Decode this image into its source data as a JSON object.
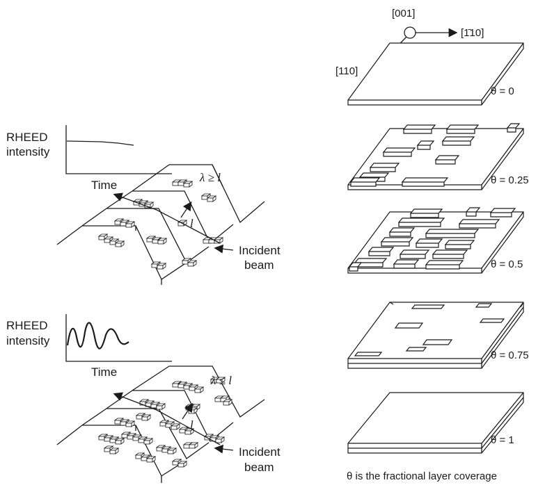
{
  "top_panel": {
    "ylabel_line1": "RHEED",
    "ylabel_line2": "intensity",
    "xlabel": "Time",
    "regime": "λ ≥ l",
    "spacing": "l",
    "beam_line1": "Incident",
    "beam_line2": "beam"
  },
  "bottom_panel": {
    "ylabel_line1": "RHEED",
    "ylabel_line2": "intensity",
    "xlabel": "Time",
    "regime": "λ ≤ l",
    "spacing": "l",
    "beam_line1": "Incident",
    "beam_line2": "beam"
  },
  "axes": {
    "dir_001": "[001]",
    "dir_1bar10": "[1̄10]",
    "dir_110": "[110]"
  },
  "coverage": [
    {
      "label": "θ = 0",
      "theta": 0
    },
    {
      "label": "θ = 0.25",
      "theta": 0.25
    },
    {
      "label": "θ = 0.5",
      "theta": 0.5
    },
    {
      "label": "θ = 0.75",
      "theta": 0.75
    },
    {
      "label": "θ = 1",
      "theta": 1
    }
  ],
  "caption": "θ is the fractional layer coverage"
}
